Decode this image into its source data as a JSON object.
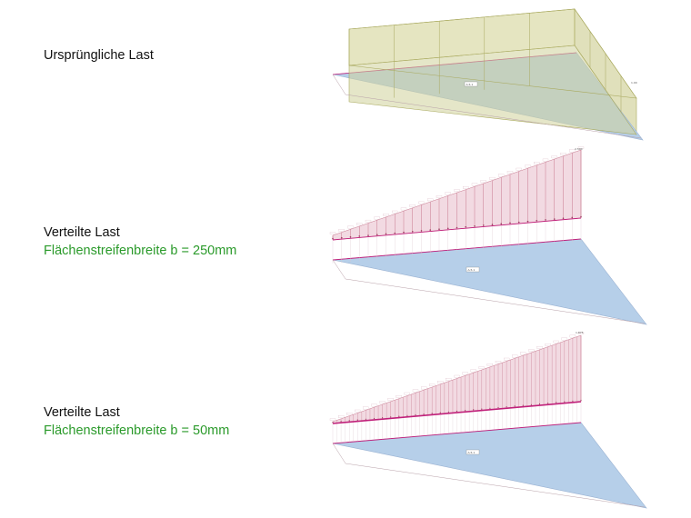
{
  "captions": {
    "original": {
      "title": "Ursprüngliche Last"
    },
    "distributed_250": {
      "title": "Verteilte Last",
      "subtitle": "Flächenstreifenbreite b = 250mm"
    },
    "distributed_50": {
      "title": "Verteilte Last",
      "subtitle": "Flächenstreifenbreite b = 50mm"
    }
  },
  "colors": {
    "plate_fill": "#b6cfe9",
    "plate_edge": "#9ab2d2",
    "edge_magenta": "#c0207a",
    "load_fill_original": "#d8d8a6",
    "load_line_original": "#a9a95e",
    "load_fill_distributed": "#f1d6df",
    "load_line_distributed": "#c8788f",
    "caption_sub": "#2a9a2a"
  },
  "scenes": [
    {
      "id": "original",
      "type": "uniform-area-load",
      "plate_label": "A.5.1",
      "load_value_label": "1.00"
    },
    {
      "id": "distributed_250",
      "type": "distributed-line-loads",
      "strip_count": 28,
      "plate_label": "A.5.1",
      "max_value_label": "2.500"
    },
    {
      "id": "distributed_50",
      "type": "distributed-line-loads",
      "strip_count": 60,
      "plate_label": "A.5.1",
      "max_value_label": "1.875"
    }
  ]
}
